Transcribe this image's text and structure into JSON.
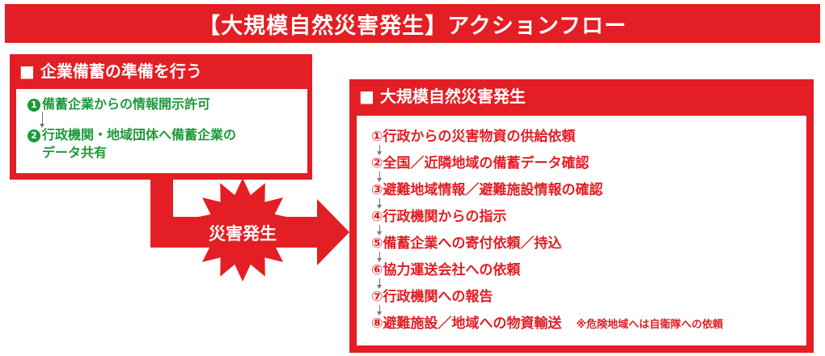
{
  "title": "【大規模自然災害発生】アクションフロー",
  "prepare": {
    "heading": "■ 企業備蓄の準備を行う",
    "steps": [
      {
        "num": "1",
        "text": "備蓄企業からの情報開示許可"
      },
      {
        "num": "2",
        "text": "行政機関・地域団体へ備蓄企業の",
        "cont": "データ共有"
      }
    ]
  },
  "disaster_label": "災害発生",
  "response": {
    "heading": "■ 大規模自然災害発生",
    "steps": [
      "①行政からの災害物資の供給依頼",
      "②全国／近隣地域の備蓄データ確認",
      "③避難地域情報／避難施設情報の確認",
      "④行政機関からの指示",
      "⑤備蓄企業への寄付依頼／持込",
      "⑥協力運送会社への依頼",
      "⑦行政機関への報告",
      "⑧避難施設／地域への物資輸送"
    ],
    "note": "※危険地域へは自衛隊への依頼"
  },
  "colors": {
    "accent": "#e31e24",
    "step_green": "#1d9a3a"
  }
}
